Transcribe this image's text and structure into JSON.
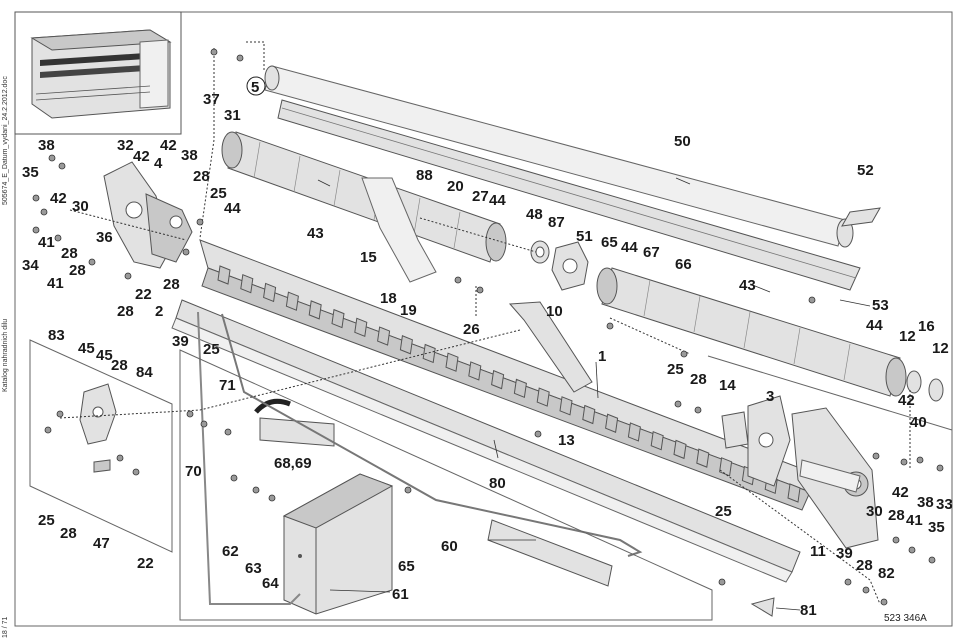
{
  "document": {
    "side_filename": "505674_E_Datum_vydani_24.2.2012.doc",
    "side_catalog": "Katalog nahradnich dilu",
    "page_number": "18 / 71",
    "drawing_number": "523 346A"
  },
  "callouts": [
    {
      "id": "c-37",
      "text": "37"
    },
    {
      "id": "c-31",
      "text": "31"
    },
    {
      "id": "c-5",
      "text": "5"
    },
    {
      "id": "c-50",
      "text": "50"
    },
    {
      "id": "c-52",
      "text": "52"
    },
    {
      "id": "c-38a",
      "text": "38"
    },
    {
      "id": "c-32",
      "text": "32"
    },
    {
      "id": "c-42a",
      "text": "42"
    },
    {
      "id": "c-42b",
      "text": "42"
    },
    {
      "id": "c-4",
      "text": "4"
    },
    {
      "id": "c-38b",
      "text": "38"
    },
    {
      "id": "c-35a",
      "text": "35"
    },
    {
      "id": "c-28a",
      "text": "28"
    },
    {
      "id": "c-25a",
      "text": "25"
    },
    {
      "id": "c-44a",
      "text": "44"
    },
    {
      "id": "c-42c",
      "text": "42"
    },
    {
      "id": "c-30a",
      "text": "30"
    },
    {
      "id": "c-36",
      "text": "36"
    },
    {
      "id": "c-41a",
      "text": "41"
    },
    {
      "id": "c-34",
      "text": "34"
    },
    {
      "id": "c-28b",
      "text": "28"
    },
    {
      "id": "c-28c",
      "text": "28"
    },
    {
      "id": "c-41b",
      "text": "41"
    },
    {
      "id": "c-22a",
      "text": "22"
    },
    {
      "id": "c-28d",
      "text": "28"
    },
    {
      "id": "c-28e",
      "text": "28"
    },
    {
      "id": "c-2",
      "text": "2"
    },
    {
      "id": "c-43a",
      "text": "43"
    },
    {
      "id": "c-15",
      "text": "15"
    },
    {
      "id": "c-88",
      "text": "88"
    },
    {
      "id": "c-20",
      "text": "20"
    },
    {
      "id": "c-27",
      "text": "27"
    },
    {
      "id": "c-44b",
      "text": "44"
    },
    {
      "id": "c-48",
      "text": "48"
    },
    {
      "id": "c-87",
      "text": "87"
    },
    {
      "id": "c-51",
      "text": "51"
    },
    {
      "id": "c-65a",
      "text": "65"
    },
    {
      "id": "c-44c",
      "text": "44"
    },
    {
      "id": "c-67",
      "text": "67"
    },
    {
      "id": "c-66",
      "text": "66"
    },
    {
      "id": "c-43b",
      "text": "43"
    },
    {
      "id": "c-53",
      "text": "53"
    },
    {
      "id": "c-44d",
      "text": "44"
    },
    {
      "id": "c-12a",
      "text": "12"
    },
    {
      "id": "c-16",
      "text": "16"
    },
    {
      "id": "c-12b",
      "text": "12"
    },
    {
      "id": "c-18",
      "text": "18"
    },
    {
      "id": "c-19",
      "text": "19"
    },
    {
      "id": "c-10",
      "text": "10"
    },
    {
      "id": "c-26",
      "text": "26"
    },
    {
      "id": "c-1",
      "text": "1"
    },
    {
      "id": "c-39a",
      "text": "39"
    },
    {
      "id": "c-25b",
      "text": "25"
    },
    {
      "id": "c-83",
      "text": "83"
    },
    {
      "id": "c-45a",
      "text": "45"
    },
    {
      "id": "c-45b",
      "text": "45"
    },
    {
      "id": "c-28f",
      "text": "28"
    },
    {
      "id": "c-84",
      "text": "84"
    },
    {
      "id": "c-71",
      "text": "71"
    },
    {
      "id": "c-25c",
      "text": "25"
    },
    {
      "id": "c-28g",
      "text": "28"
    },
    {
      "id": "c-14",
      "text": "14"
    },
    {
      "id": "c-3",
      "text": "3"
    },
    {
      "id": "c-42d",
      "text": "42"
    },
    {
      "id": "c-40",
      "text": "40"
    },
    {
      "id": "c-13",
      "text": "13"
    },
    {
      "id": "c-70",
      "text": "70"
    },
    {
      "id": "c-6869",
      "text": "68,69"
    },
    {
      "id": "c-80",
      "text": "80"
    },
    {
      "id": "c-42e",
      "text": "42"
    },
    {
      "id": "c-41c",
      "text": "41"
    },
    {
      "id": "c-38c",
      "text": "38"
    },
    {
      "id": "c-33",
      "text": "33"
    },
    {
      "id": "c-25d",
      "text": "25"
    },
    {
      "id": "c-30b",
      "text": "30"
    },
    {
      "id": "c-28h",
      "text": "28"
    },
    {
      "id": "c-35b",
      "text": "35"
    },
    {
      "id": "c-25e",
      "text": "25"
    },
    {
      "id": "c-28i",
      "text": "28"
    },
    {
      "id": "c-47",
      "text": "47"
    },
    {
      "id": "c-22b",
      "text": "22"
    },
    {
      "id": "c-62",
      "text": "62"
    },
    {
      "id": "c-63",
      "text": "63"
    },
    {
      "id": "c-64",
      "text": "64"
    },
    {
      "id": "c-65b",
      "text": "65"
    },
    {
      "id": "c-60",
      "text": "60"
    },
    {
      "id": "c-11",
      "text": "11"
    },
    {
      "id": "c-39b",
      "text": "39"
    },
    {
      "id": "c-28j",
      "text": "28"
    },
    {
      "id": "c-82",
      "text": "82"
    },
    {
      "id": "c-61",
      "text": "61"
    },
    {
      "id": "c-81",
      "text": "81"
    }
  ]
}
